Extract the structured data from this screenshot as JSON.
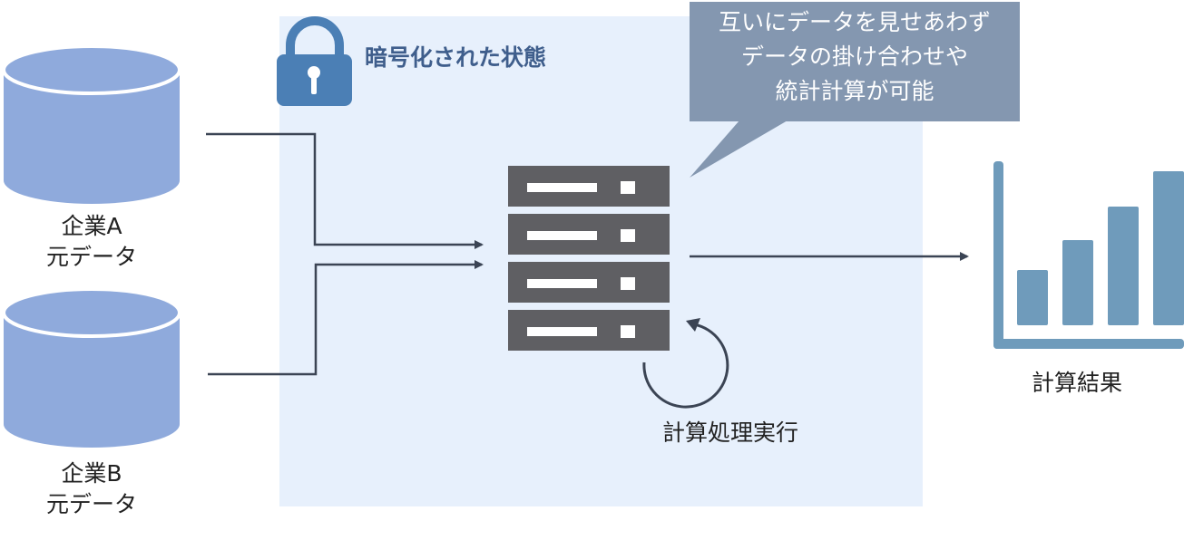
{
  "zone": {
    "label": "暗号化された状態"
  },
  "sources": [
    {
      "line1": "企業A",
      "line2": "元データ"
    },
    {
      "line1": "企業B",
      "line2": "元データ"
    }
  ],
  "callout": {
    "lines": [
      "互いにデータを見せあわず",
      "データの掛け合わせや",
      "統計計算が可能"
    ]
  },
  "process": {
    "label": "計算処理実行"
  },
  "result": {
    "label": "計算結果",
    "bar_levels": [
      0.36,
      0.55,
      0.77,
      1.0
    ]
  },
  "icons": {
    "lock": "lock-icon",
    "database": "database-icon",
    "server": "server-icon",
    "cycle": "cycle-arrow-icon",
    "chart": "bar-chart-icon"
  },
  "colors": {
    "zone_bg": "#e7f0fc",
    "zone_label": "#3f5e8c",
    "lock": "#4b7fb5",
    "database": "#8faadc",
    "server": "#5f5f63",
    "callout_bg": "#8497b0",
    "chart": "#6f9bbb",
    "line": "#3b4454"
  }
}
